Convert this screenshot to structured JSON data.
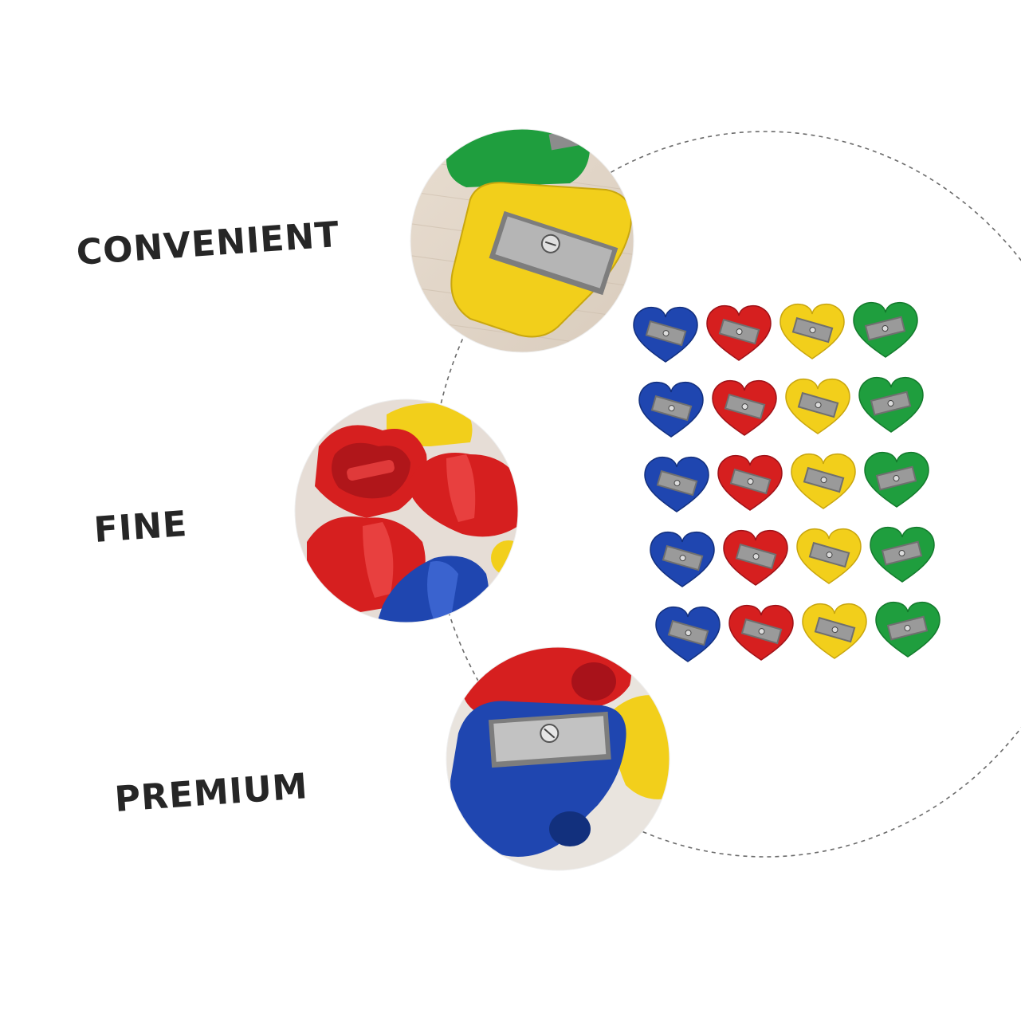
{
  "features": {
    "convenient": "CONVENIENT",
    "fine": "FINE",
    "premium": "PREMIUM"
  },
  "colors": {
    "blue": "#1f46b0",
    "red": "#d61f1f",
    "yellow": "#f2cf1b",
    "green": "#1f9e3e",
    "blade": "#9a9a9a",
    "dashed_line": "#6b6b6b",
    "label_text": "#262626"
  },
  "product_grid": {
    "rows": 5,
    "columns": [
      "blue",
      "red",
      "yellow",
      "green"
    ],
    "item": "heart-shaped pencil sharpener"
  },
  "detail_photos": [
    {
      "name": "yellow-green-sharpener-closeup-photo"
    },
    {
      "name": "red-blue-sharpener-interior-photo"
    },
    {
      "name": "blue-red-yellow-sharpener-closeup-photo"
    }
  ]
}
